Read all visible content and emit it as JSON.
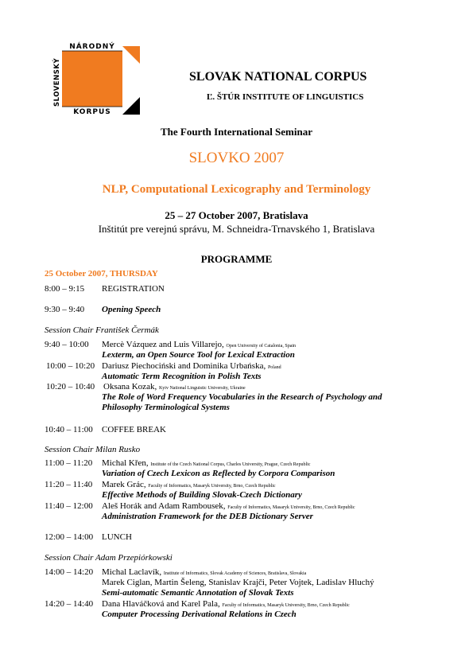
{
  "logo": {
    "word_top": "NÁRODNÝ",
    "word_side": "SLOVENSKÝ",
    "word_bottom": "KORPUS",
    "color": "#f07b20"
  },
  "header": {
    "org": "SLOVAK NATIONAL CORPUS",
    "institute": "Ľ. ŠTÚR INSTITUTE OF LINGUISTICS"
  },
  "seminar": {
    "kicker": "The Fourth International Seminar",
    "name": "SLOVKO 2007",
    "theme": "NLP, Computational Lexicography and Terminology",
    "dates": "25 – 27 October 2007, Bratislava",
    "venue": "Inštitút pre verejnú správu, M. Schneidra-Trnavského 1, Bratislava"
  },
  "programme": {
    "heading": "PROGRAMME",
    "day": "25 October 2007, THURSDAY",
    "registration": {
      "time": "8:00 – 9:15",
      "label": "REGISTRATION"
    },
    "opening": {
      "time": "9:30 – 9:40",
      "label": "Opening Speech"
    },
    "chair1": "Session Chair  František Čermák",
    "s1": [
      {
        "time": "9:40 – 10:00",
        "authors": "Mercè Vázquez and Luis Villarejo,",
        "affil": "Open University of Catalonia, Spain",
        "title": "Lexterm, an Open Source Tool for Lexical Extraction"
      },
      {
        "time": "10:00 – 10:20",
        "authors": "Dariusz Piechociński and Dominika Urbańska,",
        "affil": "Poland",
        "title": "Automatic Term Recognition in Polish Texts"
      },
      {
        "time": "10:20 – 10:40",
        "authors": "Oksana Kozak,",
        "affil": "Kyiv National Linguistic University, Ukraine",
        "title": "The Role of Word Frequency Vocabularies in the Research of Psychology and",
        "title2": "Philosophy Terminological Systems"
      }
    ],
    "coffee": {
      "time": "10:40 – 11:00",
      "label": "COFFEE BREAK"
    },
    "chair2": "Session Chair  Milan Rusko",
    "s2": [
      {
        "time": "11:00 – 11:20",
        "authors": "Michal Křen,",
        "affil": "Institute of the Czech National Corpus, Charles University, Prague, Czech Republic",
        "title": "Variation of Czech Lexicon as Reflected by Corpora Comparison"
      },
      {
        "time": "11:20 – 11:40",
        "authors": "Marek Grác,",
        "affil": "Faculty of Informatics, Masaryk University, Brno, Czech Republic",
        "title": "Effective Methods of Building Slovak-Czech Dictionary"
      },
      {
        "time": "11:40 – 12:00",
        "authors": "Aleš Horák and Adam Rambousek,",
        "affil": "Faculty of Informatics, Masaryk University, Brno, Czech Republic",
        "title": "Administration Framework for the DEB Dictionary Server"
      }
    ],
    "lunch": {
      "time": "12:00 – 14:00",
      "label": "LUNCH"
    },
    "chair3": "Session Chair  Adam Przepiórkowski",
    "s3": [
      {
        "time": "14:00 – 14:20",
        "authors": "Michal Laclavík,",
        "affil": "Institute of Informatics, Slovak Academy of Sciences, Bratislava, Slovakia",
        "authors2": "Marek Ciglan, Martin Šeleng, Stanislav Krajči, Peter Vojtek, Ladislav Hluchý",
        "title": "Semi-automatic Semantic Annotation of Slovak Texts"
      },
      {
        "time": "14:20 – 14:40",
        "authors": "Dana Hlaváčková and Karel Pala,",
        "affil": "Faculty of Informatics, Masaryk University, Brno, Czech Republic",
        "title": "Computer Processing Derivational Relations in Czech"
      }
    ]
  }
}
